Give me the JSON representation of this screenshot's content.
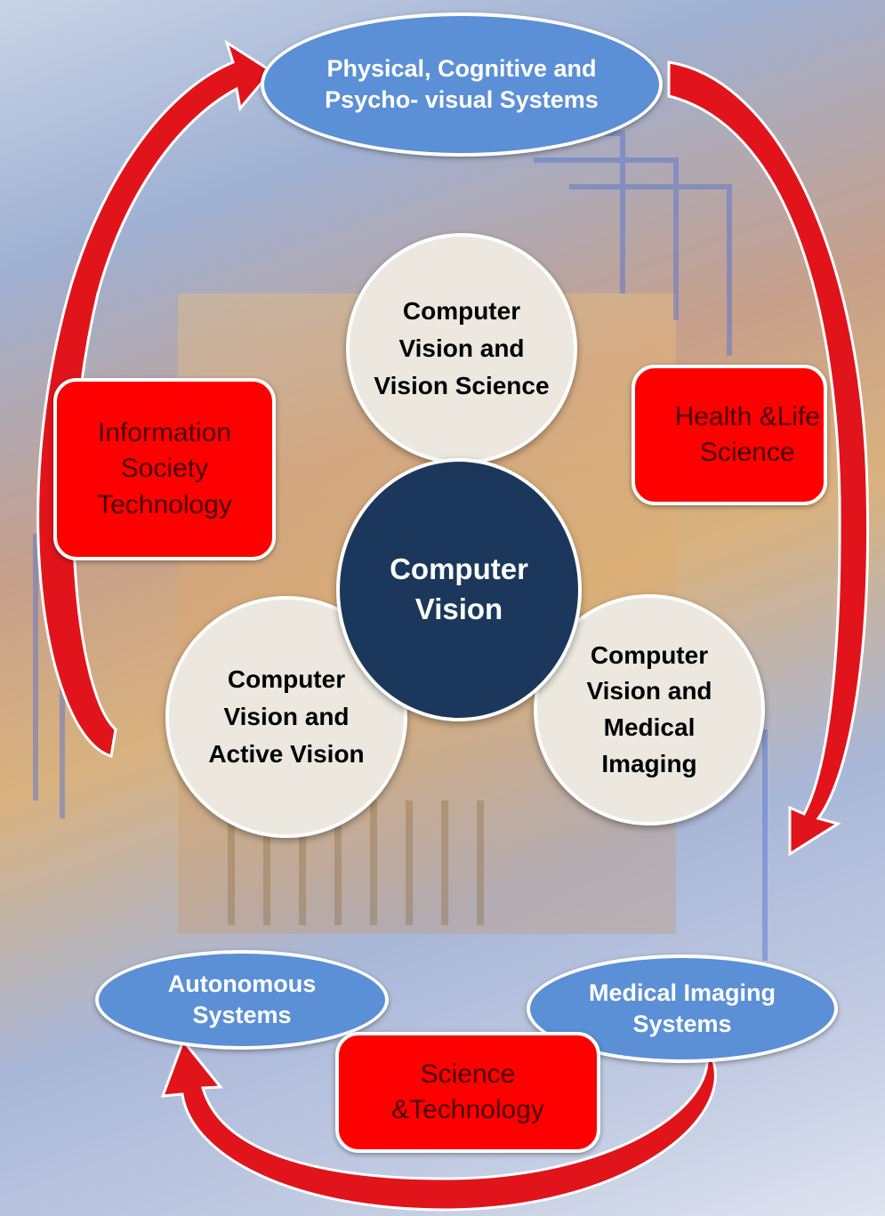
{
  "colors": {
    "ellipse_fill": "#5b8fd6",
    "light_circle_fill": "#ece8df",
    "center_circle_fill": "#1b375c",
    "category_box_fill": "#ff0000",
    "arrow_color": "#e0141a"
  },
  "systems": {
    "top": [
      "Physical, Cognitive and",
      "Psycho- visual Systems"
    ],
    "autonomous": [
      "Autonomous",
      "Systems"
    ],
    "medical": [
      "Medical Imaging",
      "Systems"
    ]
  },
  "center": [
    "Computer",
    "Vision"
  ],
  "subfields": {
    "vision_science": [
      "Computer",
      "Vision and",
      "Vision Science"
    ],
    "active_vision": [
      "Computer",
      "Vision and",
      "Active Vision"
    ],
    "medical_imaging": [
      "Computer",
      "Vision and",
      "Medical",
      "Imaging"
    ]
  },
  "categories": {
    "information_society": [
      "Information",
      "Society",
      "Technology"
    ],
    "health_life": [
      "Health &Life",
      "Science"
    ],
    "science_tech": [
      "Science",
      "&Technology"
    ]
  }
}
